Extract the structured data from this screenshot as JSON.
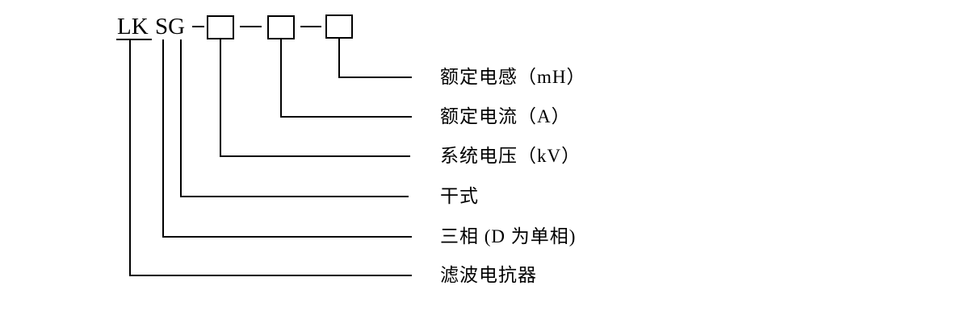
{
  "diagram": {
    "title_hint": "filter-reactor-model-designation",
    "prefix": {
      "lk": "LK",
      "sg": "SG"
    },
    "boxes": [
      "",
      "",
      ""
    ],
    "labels": [
      "额定电感（mH）",
      "额定电流（A）",
      "系统电压（kV）",
      "干式",
      "三相 (D 为单相)",
      "滤波电抗器"
    ]
  }
}
